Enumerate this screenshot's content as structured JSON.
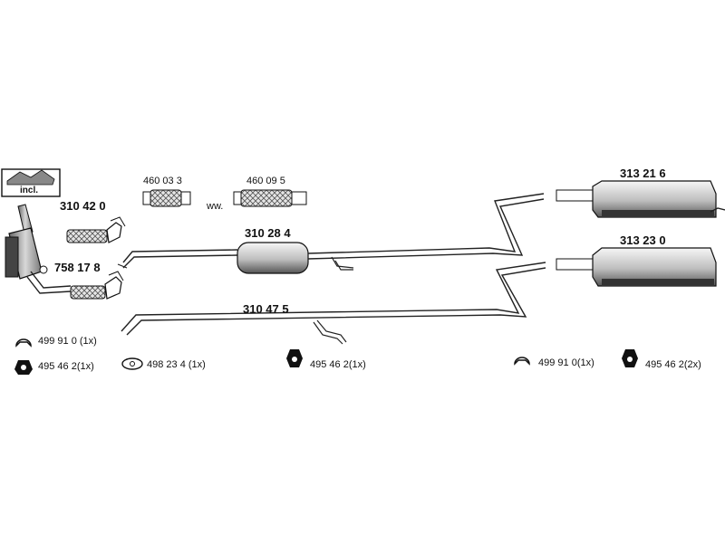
{
  "labels": {
    "incl": "incl.",
    "p310420": "310 42 0",
    "p758178": "758 17 8",
    "p460033": "460 03 3",
    "ww": "ww.",
    "p460095": "460 09 5",
    "p310284": "310 28 4",
    "p310475": "310 47 5",
    "p313216": "313 21 6",
    "p313230": "313 23 0"
  },
  "legend": {
    "item1": "499 91 0 (1x)",
    "item2": "495 46 2(1x)",
    "item3": "498 23 4 (1x)",
    "item4": "495 46 2(1x)",
    "item5": "499 91 0(1x)",
    "item6": "495 46 2(2x)"
  }
}
